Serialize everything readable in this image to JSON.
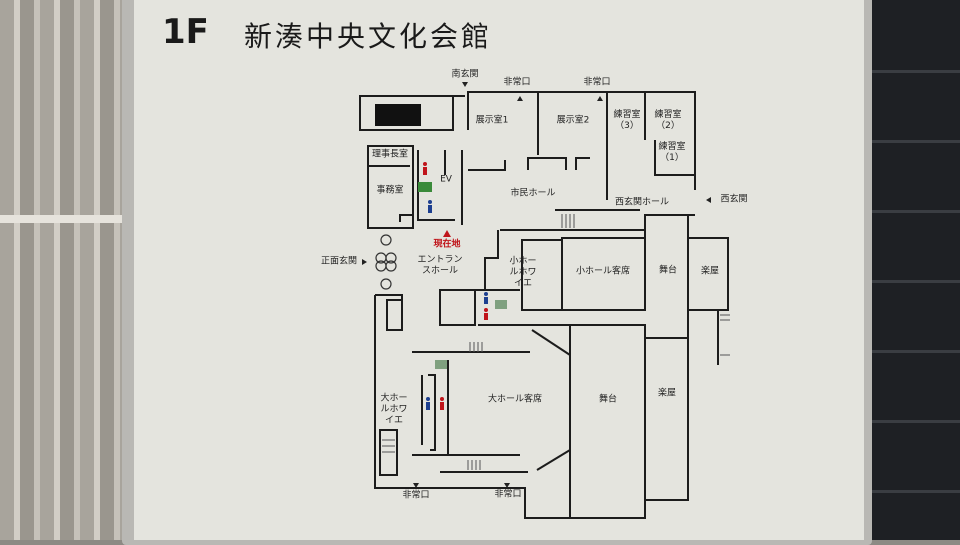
{
  "sign": {
    "floor": "1F",
    "building_name": "新湊中央文化会館",
    "current_location": "現在地"
  },
  "rooms": {
    "south_entrance": "南玄関",
    "emergency_exit_1": "非常口",
    "emergency_exit_2": "非常口",
    "exhibition_1": "展示室1",
    "exhibition_2": "展示室2",
    "practice_3": "練習室（3）",
    "practice_2": "練習室（2）",
    "practice_1": "練習室（1）",
    "chairman_room": "理事長室",
    "office": "事務室",
    "elevator": "EV",
    "citizen_hall": "市民ホール",
    "west_entrance_hall": "西玄関ホール",
    "west_entrance": "西玄関",
    "main_entrance": "正面玄関",
    "entrance_hall": "エントランスホール",
    "small_hall_foyer": "小ホールホワイエ",
    "small_hall_seats": "小ホール客席",
    "small_stage": "舞台",
    "small_dressing": "楽屋",
    "large_hall_foyer": "大ホールホワイエ",
    "large_hall_seats": "大ホール客席",
    "large_stage": "舞台",
    "large_dressing": "楽屋",
    "emergency_exit_3": "非常口",
    "emergency_exit_4": "非常口"
  },
  "colors": {
    "wall": "#1c1c1c",
    "panel": "#e4e4de",
    "here": "#c0141a",
    "male": "#1d3f8f",
    "female": "#c0141a",
    "accessible": "#3a8a3a"
  }
}
